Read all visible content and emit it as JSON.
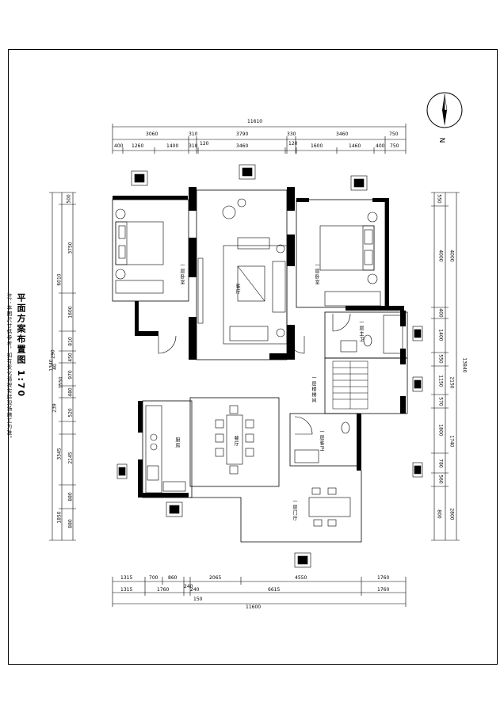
{
  "drawing": {
    "title": "平面方案布置图 1:70",
    "note": "注：本图尺寸供参考，如有变化请按实际现场施工为准。",
    "north_label": "N"
  },
  "dims_top_total": "11610",
  "dims_top_row1": [
    "3060",
    "310",
    "3790",
    "330",
    "3460",
    "750"
  ],
  "dims_top_row2": [
    "400",
    "1260",
    "1400",
    "310",
    "120",
    "3460",
    "120",
    "1600",
    "1460",
    "400",
    "750"
  ],
  "dims_bottom_row1": [
    "1315",
    "700",
    "860",
    "240",
    "2065",
    "4550",
    "1760"
  ],
  "dims_bottom_row2": [
    "1315",
    "1760",
    "240",
    "6615",
    "1760"
  ],
  "dims_bottom_mid": "150",
  "dims_bottom_total": "11600",
  "dims_left": [
    "500",
    "3750",
    "1600",
    "810",
    "450",
    "970",
    "480",
    "1550",
    "520",
    "2145",
    "880",
    "880"
  ],
  "dims_left_total": [
    "6010",
    "1340",
    "3345",
    "1850"
  ],
  "dims_left_small": [
    "290",
    "40",
    "239"
  ],
  "dims_right": [
    "550",
    "4000",
    "400",
    "1400",
    "550",
    "1150",
    "570",
    "1800",
    "780",
    "560",
    "800"
  ],
  "dims_right_total": [
    "4000",
    "13840",
    "2150",
    "1740",
    "2800"
  ],
  "rooms": {
    "master_bedroom": "一层卧室",
    "living_room": "客厅",
    "second_bedroom": "一层卧室",
    "bathroom1": "一层主卫",
    "stair": "一层楼梯间",
    "kitchen": "厨房",
    "dining": "餐厅",
    "bathroom2": "一层客卫",
    "entrance": "一层门厅"
  }
}
